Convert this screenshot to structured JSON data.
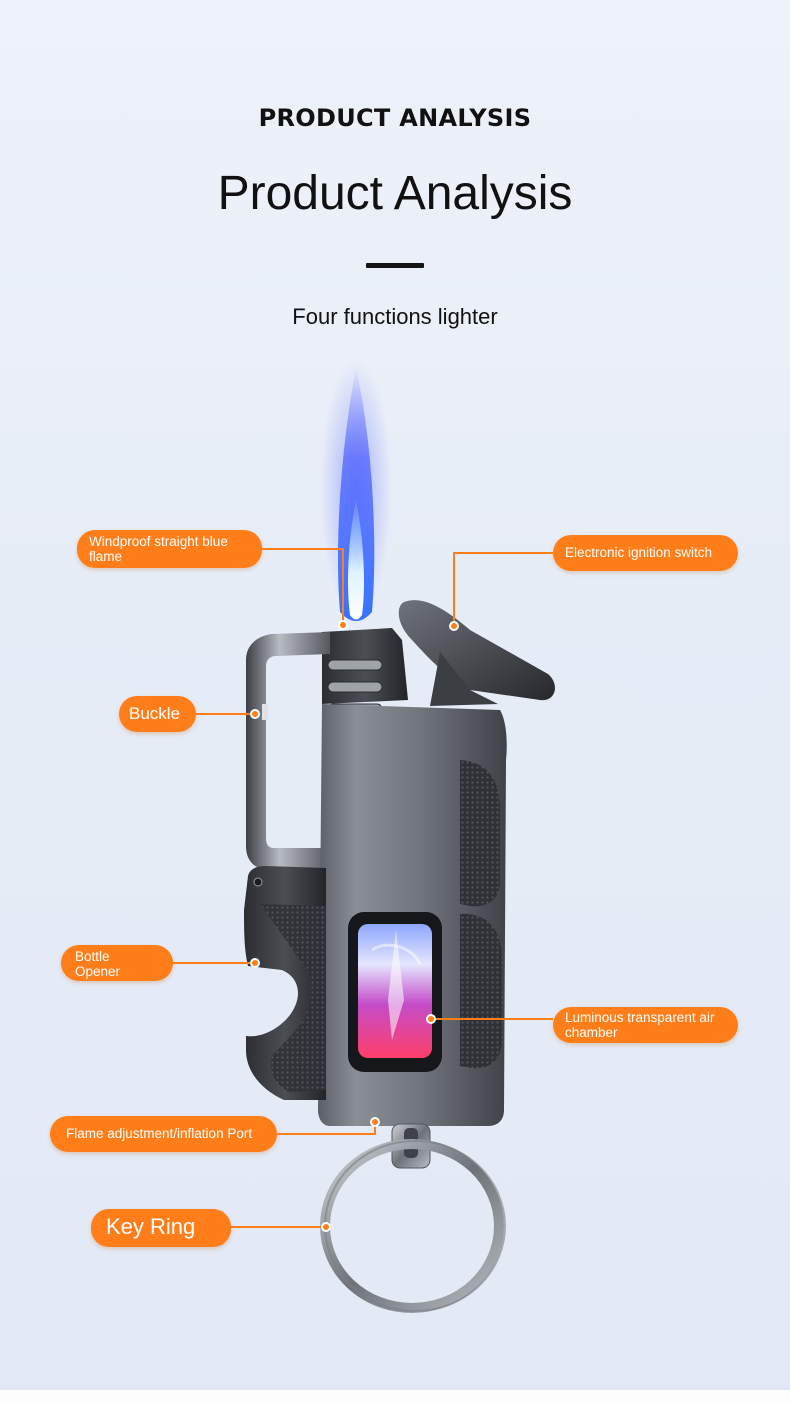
{
  "header": {
    "eyebrow": "PRODUCT ANALYSIS",
    "title": "Product Analysis",
    "subtitle": "Four functions lighter"
  },
  "callouts": {
    "flame": "Windproof straight blue flame",
    "ignition": "Electronic ignition switch",
    "buckle": "Buckle",
    "bottle": "Bottle Opener",
    "chamber": "Luminous transparent air chamber",
    "port": "Flame adjustment/inflation Port",
    "keyring": "Key Ring"
  },
  "colors": {
    "accent": "#ff7e19",
    "background": "#e8eef8",
    "text": "#111111"
  }
}
